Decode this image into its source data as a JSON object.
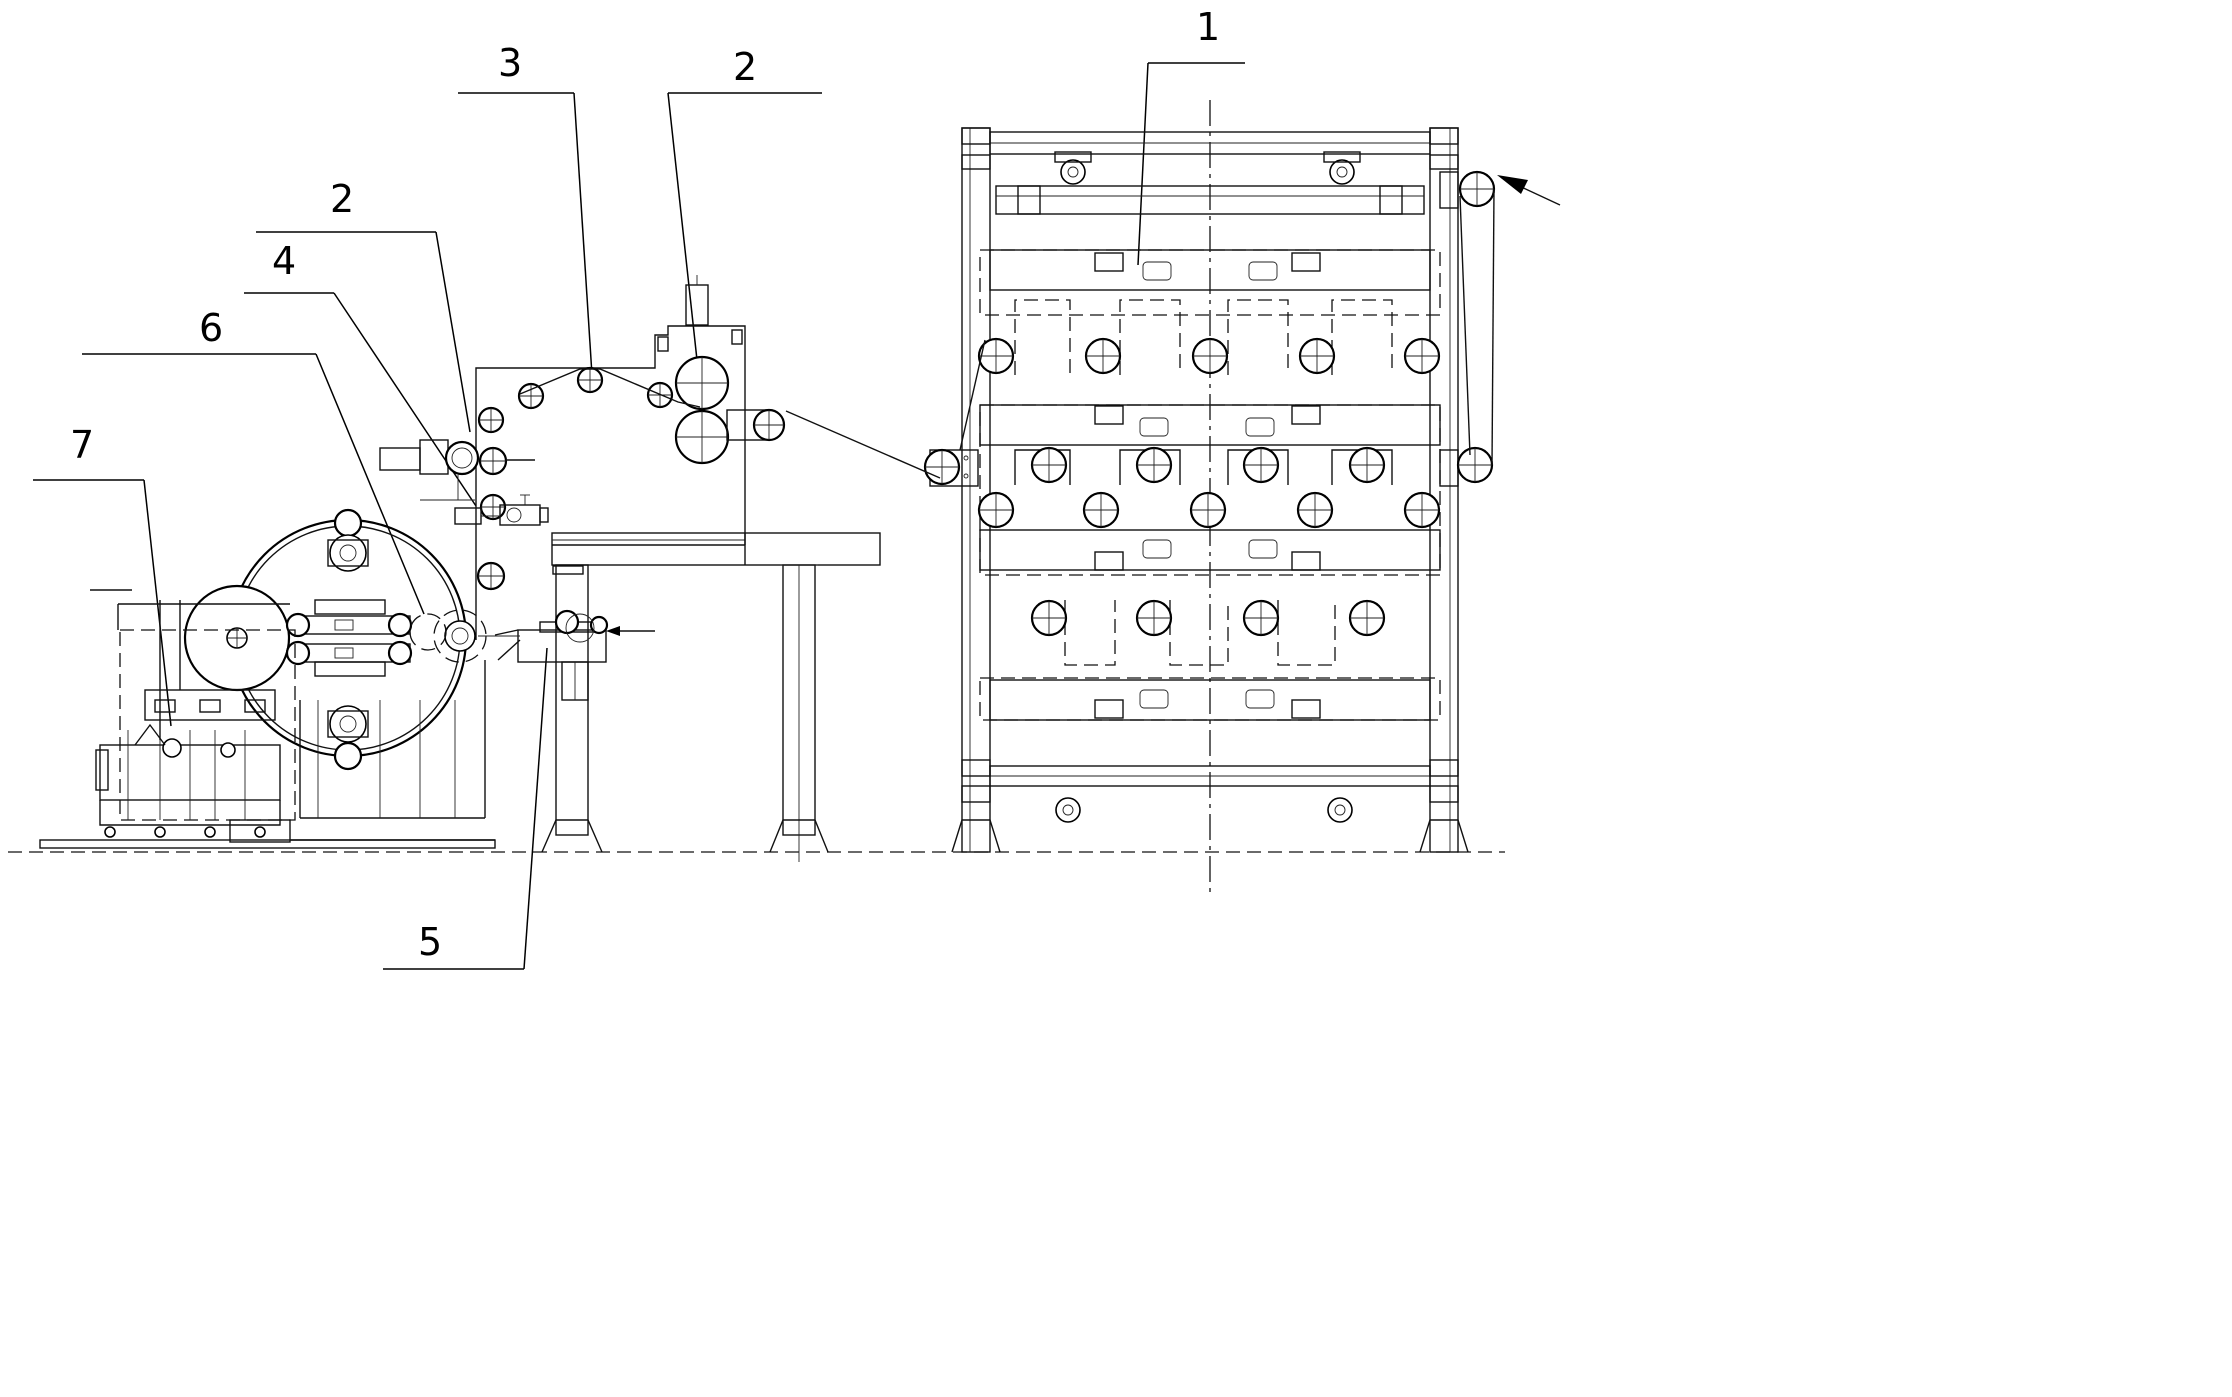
{
  "labels": {
    "l1": "1",
    "l2a": "2",
    "l2b": "2",
    "l3": "3",
    "l4": "4",
    "l5": "5",
    "l6": "6",
    "l7": "7"
  }
}
